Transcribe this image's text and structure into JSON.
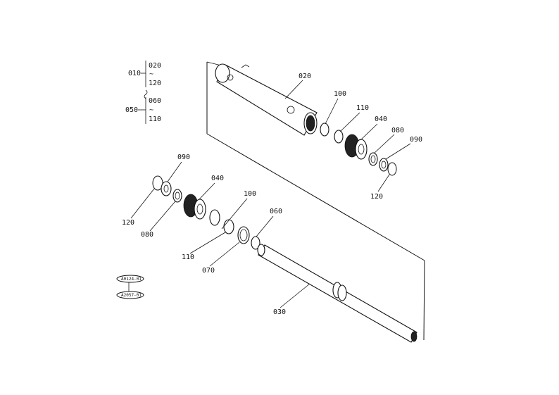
{
  "legend": {
    "group1": {
      "id": "010",
      "from": "020",
      "to": "120",
      "sep": "~"
    },
    "group2": {
      "id": "050",
      "from": "060",
      "to": "110",
      "sep": "~"
    }
  },
  "references": {
    "ref1": "A0124-01",
    "ref2": "A2057-01"
  },
  "callouts": {
    "p020": "020",
    "p100_top": "100",
    "p110_top": "110",
    "p040_top": "040",
    "p080_top": "080",
    "p090_top": "090",
    "p120_top": "120",
    "p090_left": "090",
    "p040_left": "040",
    "p100_left": "100",
    "p060_left": "060",
    "p120_left": "120",
    "p080_left": "080",
    "p110_left": "110",
    "p070_left": "070",
    "p030": "030"
  }
}
